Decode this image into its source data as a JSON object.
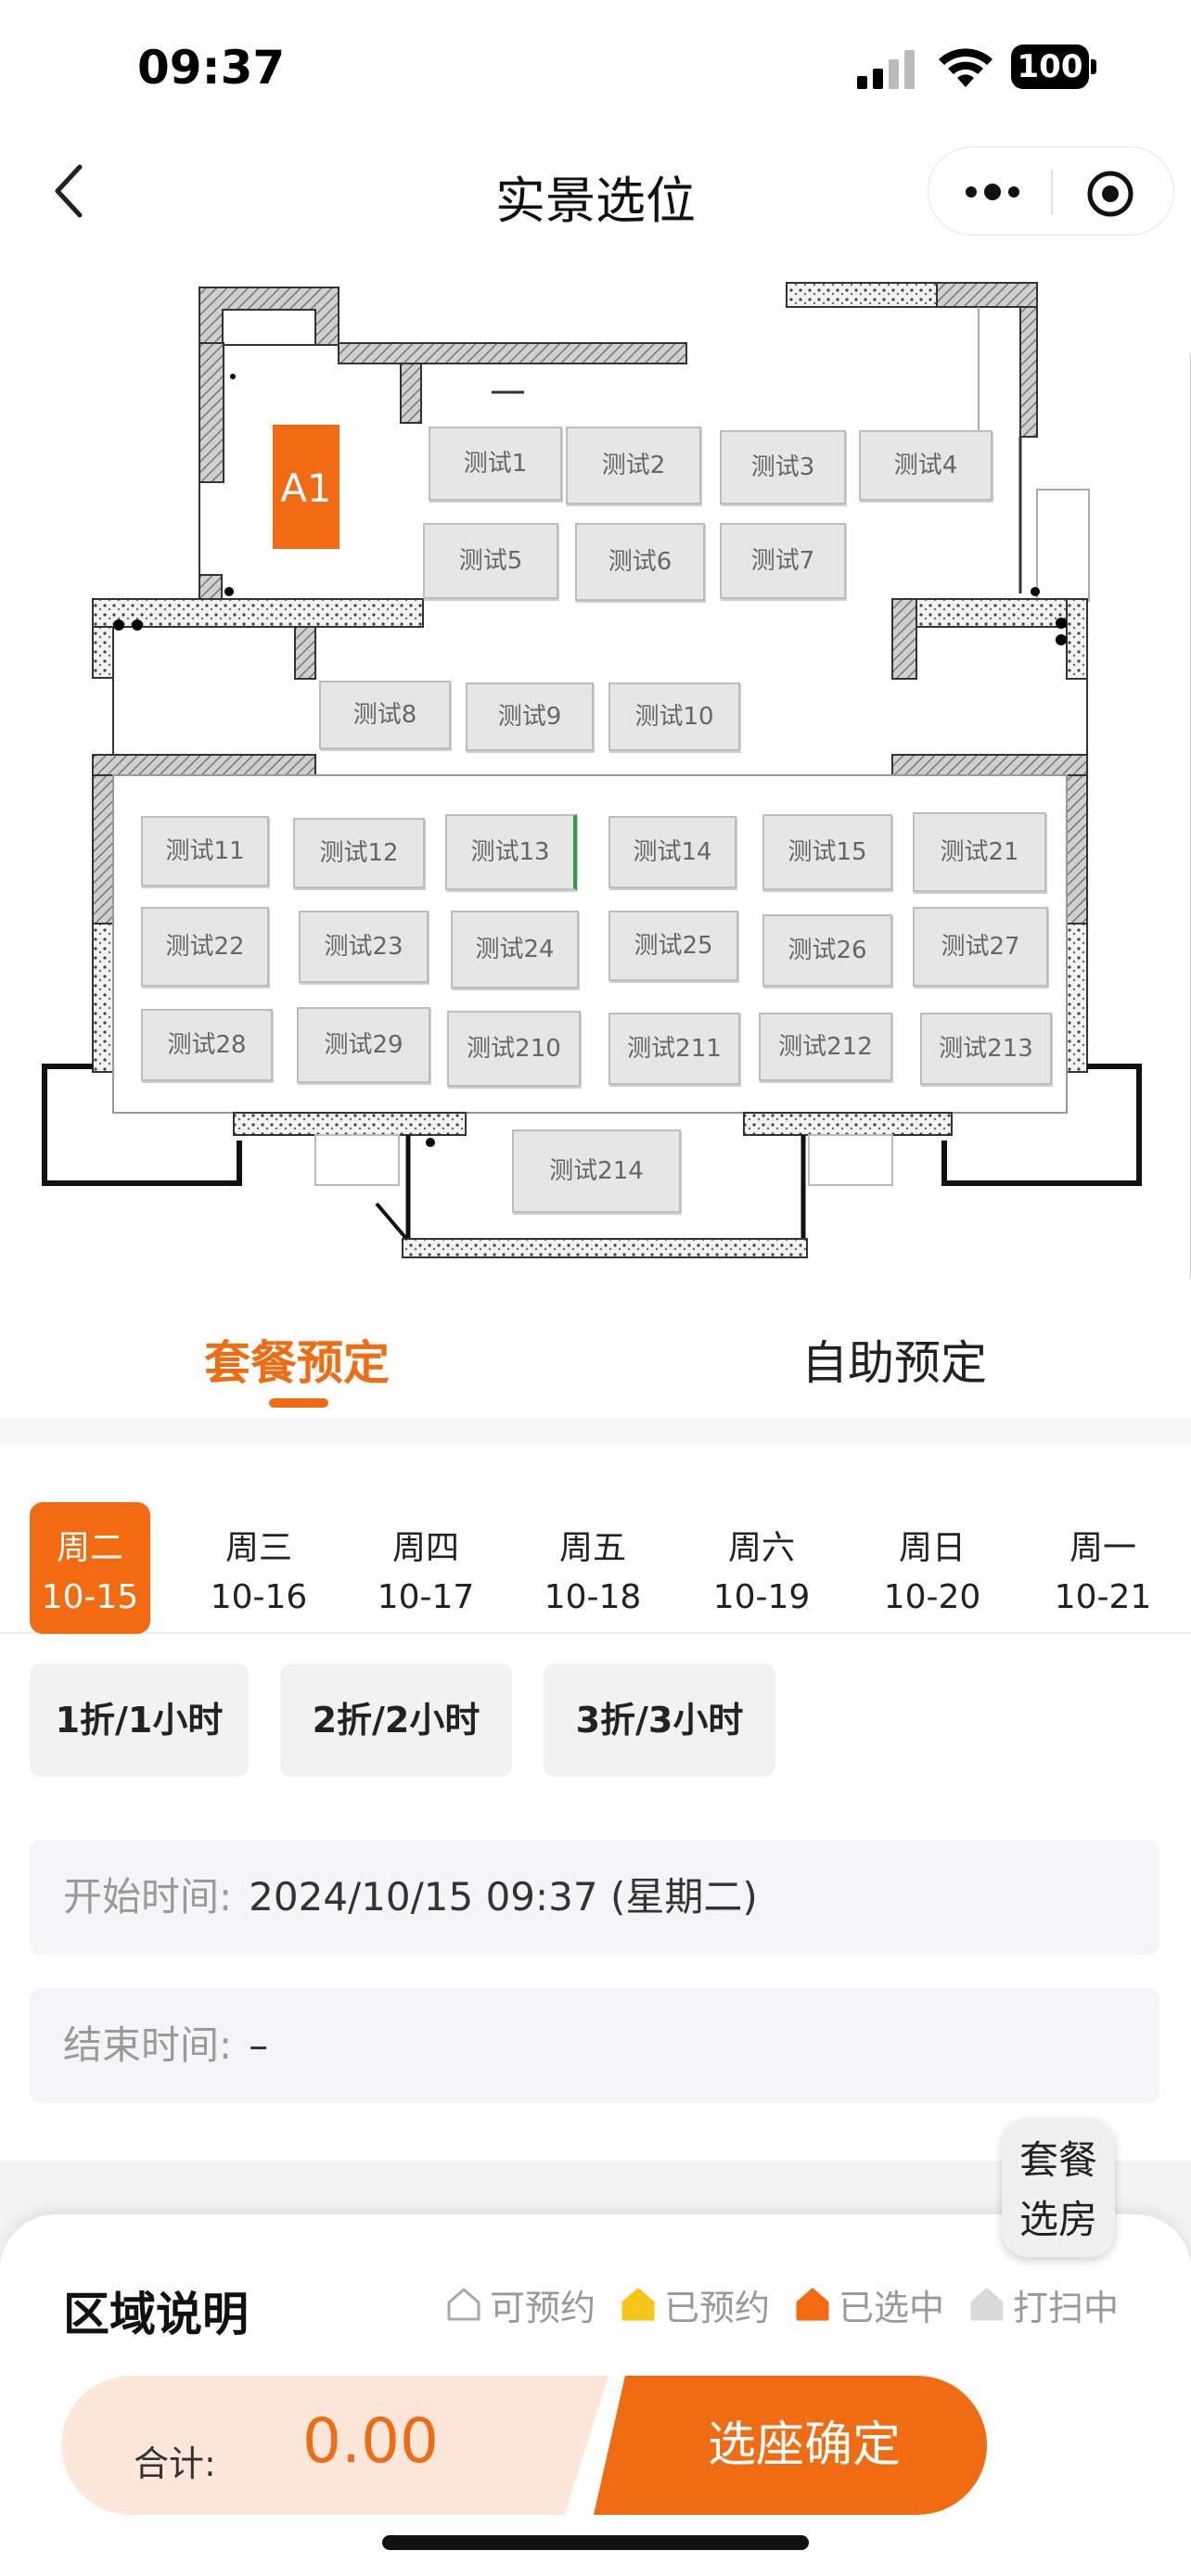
{
  "status_bar": {
    "time": "09:37",
    "battery": "100"
  },
  "nav": {
    "title": "实景选位"
  },
  "map": {
    "selected_zone": "A1",
    "seats": [
      "测试1",
      "测试2",
      "测试3",
      "测试4",
      "测试5",
      "测试6",
      "测试7",
      "测试8",
      "测试9",
      "测试10",
      "测试11",
      "测试12",
      "测试13",
      "测试14",
      "测试15",
      "测试21",
      "测试22",
      "测试23",
      "测试24",
      "测试25",
      "测试26",
      "测试27",
      "测试28",
      "测试29",
      "测试210",
      "测试211",
      "测试212",
      "测试213",
      "测试214"
    ]
  },
  "tabs": [
    {
      "label": "套餐预定",
      "active": true
    },
    {
      "label": "自助预定",
      "active": false
    }
  ],
  "dates": [
    {
      "weekday": "周二",
      "date": "10-15",
      "active": true
    },
    {
      "weekday": "周三",
      "date": "10-16"
    },
    {
      "weekday": "周四",
      "date": "10-17"
    },
    {
      "weekday": "周五",
      "date": "10-18"
    },
    {
      "weekday": "周六",
      "date": "10-19"
    },
    {
      "weekday": "周日",
      "date": "10-20"
    },
    {
      "weekday": "周一",
      "date": "10-21"
    }
  ],
  "packages": [
    "1折/1小时",
    "2折/2小时",
    "3折/3小时"
  ],
  "start_time": {
    "label": "开始时间:",
    "value": "2024/10/15 09:37 (星期二)"
  },
  "end_time": {
    "label": "结束时间:",
    "value": "–"
  },
  "float_badge": {
    "line1": "套餐",
    "line2": "选房"
  },
  "legend": {
    "title": "区域说明",
    "items": [
      {
        "label": "可预约",
        "color": "#ffffff"
      },
      {
        "label": "已预约",
        "color": "#f5c518"
      },
      {
        "label": "已选中",
        "color": "#f26a12"
      },
      {
        "label": "打扫中",
        "color": "#d9d9d9"
      }
    ]
  },
  "total": {
    "label": "合计:",
    "value": "0.00"
  },
  "confirm_button": "选座确定",
  "colors": {
    "accent": "#ef6c12"
  }
}
